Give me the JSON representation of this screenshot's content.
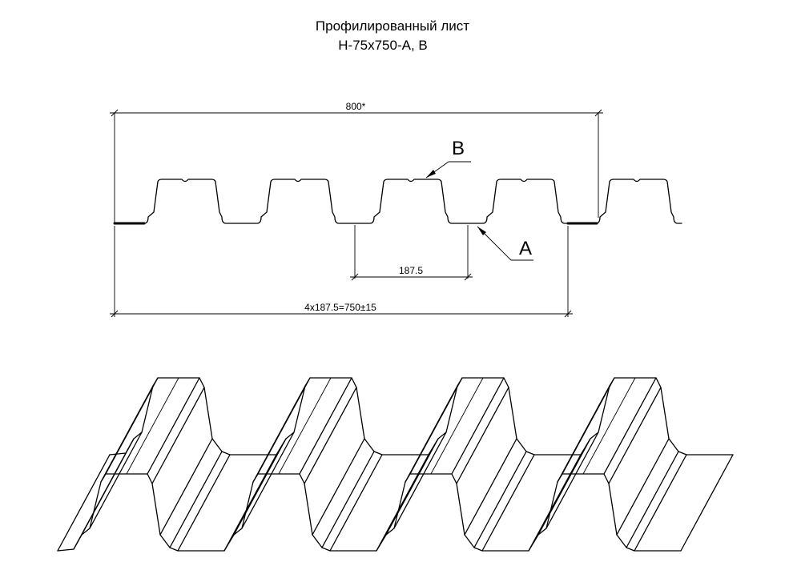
{
  "title": {
    "line1": "Профилированный лист",
    "line2": "Н-75х750-А, В"
  },
  "dimensions": {
    "overall_width": "800*",
    "pitch": "187.5",
    "working_width": "4x187.5=750±15"
  },
  "labels": {
    "side_a": "A",
    "side_b": "B"
  },
  "colors": {
    "line": "#000000",
    "background": "#ffffff"
  }
}
